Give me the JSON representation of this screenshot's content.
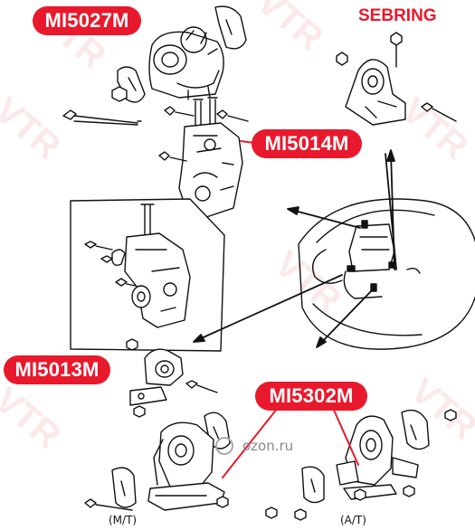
{
  "model": "SEBRING",
  "parts": {
    "mi5027m": "MI5027M",
    "mi5014m": "MI5014M",
    "mi5013m": "MI5013M",
    "mi5302m": "MI5302M"
  },
  "transmission": {
    "manual": "(M/T)",
    "automatic": "(A/T)"
  },
  "watermark": "VTR",
  "site": "ozon.ru",
  "colors": {
    "badge": "#e8192c",
    "line": "#111111"
  }
}
